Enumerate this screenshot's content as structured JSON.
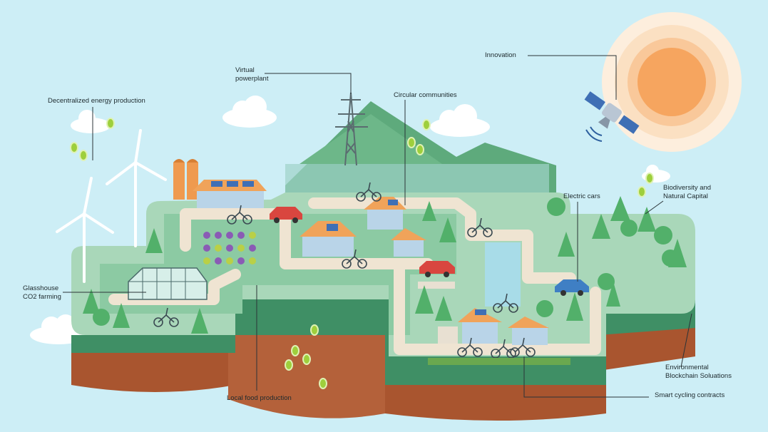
{
  "labels": {
    "decentralized_energy": "Decentralized energy production",
    "virtual_powerplant": "Virtual\npowerplant",
    "circular_communities": "Circular communities",
    "innovation": "Innovation",
    "biodiversity": "Biodiversity and\nNatural Capital",
    "electric_cars": "Electric cars",
    "glasshouse": "Glasshouse\nCO2 farming",
    "local_food": "Local food production",
    "blockchain": "Environmental\nBlockchain Soluations",
    "smart_cycling": "Smart cycling contracts"
  },
  "colors": {
    "sky": "#cdeef6",
    "grass_light": "#a9d7b9",
    "grass_mid": "#8ccaa3",
    "grass_dark": "#4f9e73",
    "road": "#efe4d2",
    "soil": "#a9552f",
    "mountain": "#5eaa7c",
    "sun_core": "#f6a55f",
    "sun_glow": "#fbe3c4",
    "house_wall": "#b9d4e8",
    "roof": "#f0a35a",
    "car_red": "#d9463f",
    "car_blue": "#3f7fc4",
    "coin": "#9ecf3c"
  }
}
